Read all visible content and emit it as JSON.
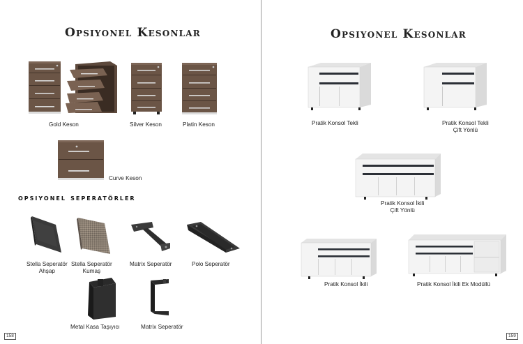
{
  "left_page": {
    "title": "Opsiyonel Kesonlar",
    "items": [
      {
        "label": "Gold Keson"
      },
      {
        "label": "Silver Keson"
      },
      {
        "label": "Platin Keson"
      },
      {
        "label": "Curve Keson"
      }
    ],
    "separators_title": "opsiyonel seperatörler",
    "separators": [
      {
        "line1": "Stella Seperatör",
        "line2": "Ahşap"
      },
      {
        "line1": "Stella Seperatör",
        "line2": "Kumaş"
      },
      {
        "line1": "Matrix Seperatör",
        "line2": ""
      },
      {
        "line1": "Polo Seperatör",
        "line2": ""
      },
      {
        "line1": "Metal Kasa Taşıyıcı",
        "line2": ""
      },
      {
        "line1": "Matrix Seperatör",
        "line2": ""
      }
    ],
    "page_number": "158"
  },
  "right_page": {
    "title": "Opsiyonel Kesonlar",
    "items": [
      {
        "line1": "Pratik Konsol Tekli",
        "line2": ""
      },
      {
        "line1": "Pratik Konsol Tekli",
        "line2": "Çift Yönlü"
      },
      {
        "line1": "Pratik Konsol İkili",
        "line2": "Çift Yönlü"
      },
      {
        "line1": "Pratik Konsol İkili",
        "line2": ""
      },
      {
        "line1": "Pratik Konsol İkili Ek Modüllü",
        "line2": ""
      }
    ],
    "page_number": "159"
  },
  "colors": {
    "wood": "#6b5546",
    "wood_dark": "#4d3b30",
    "white_body": "#f2f2f2",
    "black_strip": "#2b2f36"
  }
}
